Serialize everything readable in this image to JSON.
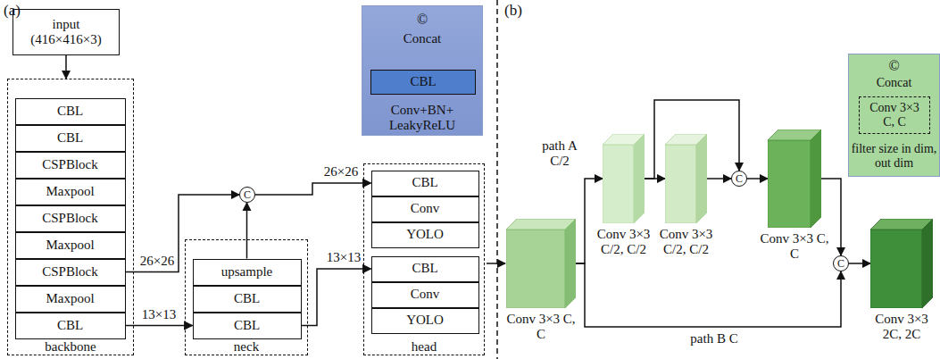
{
  "diagram": {
    "nodes": [
      {
        "text": [
          "input (416×416×3)"
        ]
      },
      {
        "text": [
          "backbone"
        ]
      },
      {
        "text": [
          "CBL"
        ],
        "in": 1
      },
      {
        "text": [
          "CBL"
        ],
        "in": 1
      },
      {
        "text": [
          "CSPBlock"
        ],
        "in": 1
      },
      {
        "text": [
          "Maxpool"
        ],
        "in": 1
      },
      {
        "text": [
          "CSPBlock"
        ],
        "in": 1
      },
      {
        "text": [
          "Maxpool"
        ],
        "in": 1
      },
      {
        "text": [
          "CSPBlock"
        ],
        "in": 1
      },
      {
        "text": [
          "Maxpool"
        ],
        "in": 1
      },
      {
        "text": [
          "CBL"
        ],
        "in": 1
      },
      {
        "text": [
          "neck"
        ]
      },
      {
        "text": [
          "upsample"
        ],
        "in": 11
      },
      {
        "text": [
          "CBL"
        ],
        "in": 11
      },
      {
        "text": [
          "CBL"
        ],
        "in": 11
      },
      {
        "text": [
          "C"
        ]
      },
      {
        "text": [
          "head"
        ]
      },
      {
        "text": [
          "CBL"
        ],
        "in": 16
      },
      {
        "text": [
          "Conv"
        ],
        "in": 16
      },
      {
        "text": [
          "YOLO"
        ],
        "in": 16
      },
      {
        "text": [
          "CBL"
        ],
        "in": 16
      },
      {
        "text": [
          "Conv"
        ],
        "in": 16
      },
      {
        "text": [
          "YOLO"
        ],
        "in": 16
      },
      {
        "text": [
          "©",
          "Concat",
          "Conv+BN+ LeakyReLU"
        ]
      },
      {
        "text": [
          "CBL"
        ],
        "in": 23
      },
      {
        "text": [
          "Conv 3×3 C, C"
        ]
      },
      {
        "text": [
          "Conv 3×3 C/2, C/2"
        ]
      },
      {
        "text": [
          "Conv 3×3 C/2, C/2"
        ]
      },
      {
        "text": [
          "C"
        ]
      },
      {
        "text": [
          "Conv 3×3 C, C"
        ]
      },
      {
        "text": [
          "C"
        ]
      },
      {
        "text": [
          "Conv 3×3 2C, 2C"
        ]
      },
      {
        "text": [
          "©",
          "Concat",
          "filter size in dim, out dim"
        ]
      },
      {
        "text": [
          "Conv 3×3 C, C"
        ],
        "in": 32
      }
    ],
    "edges": [
      {
        "from": 0,
        "to": 1,
        "arrow": "to"
      },
      {
        "from": 8,
        "to": 15,
        "arrow": "to",
        "label": "26×26"
      },
      {
        "from": 10,
        "to": 14,
        "arrow": "to",
        "label": "13×13"
      },
      {
        "from": 12,
        "to": 15,
        "arrow": "to"
      },
      {
        "from": 15,
        "to": 17,
        "arrow": "to",
        "label": "26×26"
      },
      {
        "from": 14,
        "to": 20,
        "arrow": "to",
        "label": "13×13"
      },
      {
        "from": 25,
        "to": 26,
        "arrow": "to",
        "label": "path A C/2"
      },
      {
        "from": 25,
        "to": 30,
        "arrow": "to",
        "label": "path B C"
      },
      {
        "from": 26,
        "to": 27,
        "arrow": "to"
      },
      {
        "from": 26,
        "to": 28,
        "arrow": "to"
      },
      {
        "from": 27,
        "to": 28,
        "arrow": "to"
      },
      {
        "from": 28,
        "to": 29,
        "arrow": "to"
      },
      {
        "from": 29,
        "to": 30,
        "arrow": "to"
      },
      {
        "from": 30,
        "to": 31,
        "arrow": "to"
      }
    ],
    "labels": [
      "(a)",
      "(b)"
    ]
  }
}
